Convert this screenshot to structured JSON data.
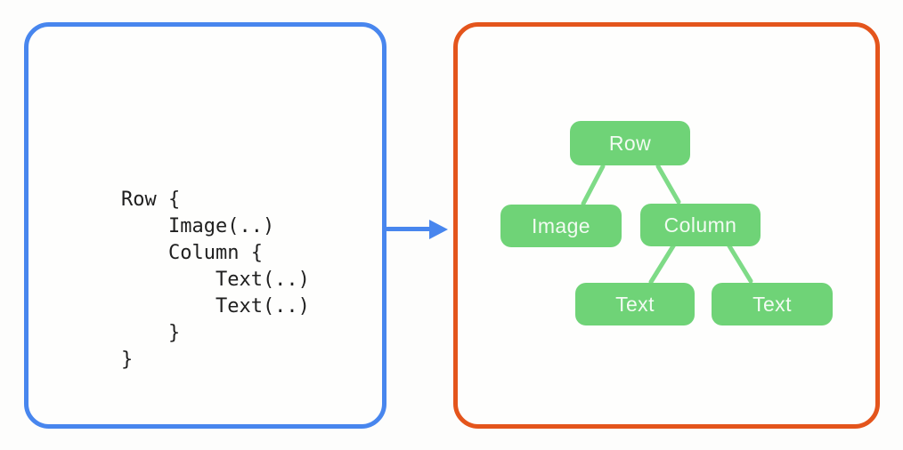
{
  "code_panel": {
    "code": "Row {\n    Image(..)\n    Column {\n        Text(..)\n        Text(..)\n    }\n}"
  },
  "arrow": {
    "direction": "right"
  },
  "tree_panel": {
    "nodes": [
      {
        "id": "row",
        "label": "Row"
      },
      {
        "id": "image",
        "label": "Image"
      },
      {
        "id": "column",
        "label": "Column"
      },
      {
        "id": "text1",
        "label": "Text"
      },
      {
        "id": "text2",
        "label": "Text"
      }
    ],
    "edges": [
      {
        "from": "row",
        "to": "image"
      },
      {
        "from": "row",
        "to": "column"
      },
      {
        "from": "column",
        "to": "text1"
      },
      {
        "from": "column",
        "to": "text2"
      }
    ]
  },
  "colors": {
    "code_panel_border": "#4886ee",
    "arrow": "#4886ee",
    "tree_panel_border": "#e4551c",
    "node_fill": "#6fd377",
    "node_text": "#f2fbf2",
    "edge_stroke": "#7edb87",
    "code_text": "#1f1f1f",
    "background": "#fdfdfc"
  }
}
